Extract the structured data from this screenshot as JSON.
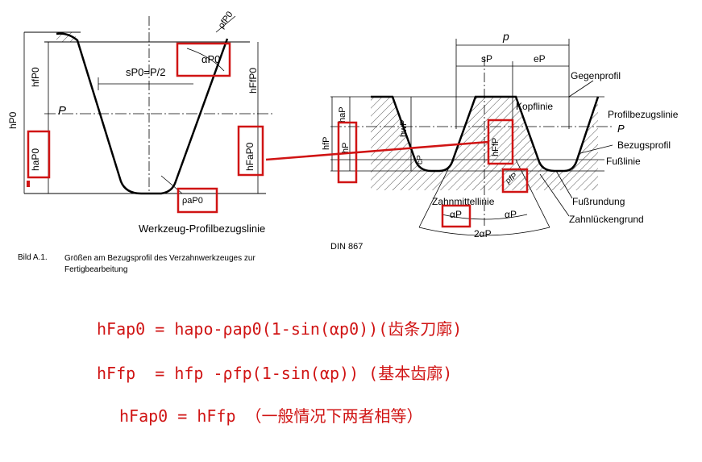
{
  "left_diagram": {
    "labels": {
      "rho_fp0": "ρfP0",
      "h_fp0": "hfP0",
      "s_p0": "sP0=P/2",
      "alpha_p0": "αP0",
      "h_ffp0": "hFfP0",
      "p": "P",
      "h_p0": "hP0",
      "h_ap0": "haP0",
      "h_fap0": "hFaP0",
      "rho_ap0": "ρaP0",
      "werkzeug": "Werkzeug-Profilbezugslinie"
    }
  },
  "right_diagram": {
    "labels": {
      "p_top": "p",
      "s_p": "sP",
      "e_p": "eP",
      "gegenprofil": "Gegenprofil",
      "kopflinie": "Kopflinie",
      "profilbezugslinie": "Profilbezugslinie",
      "p_line": "P",
      "bezugsprofil": "Bezugsprofil",
      "fusslinie": "Fußlinie",
      "h_ap": "haP",
      "h_fp": "hfP",
      "h_wp": "hwP",
      "h_p": "hP",
      "c_p": "cP",
      "h_ffp": "hFfP",
      "rho_fp": "ρfP",
      "zahnmittellinie": "Zahnmittellinie",
      "fussrundung": "Fußrundung",
      "zahnlueckengrund": "Zahnlückengrund",
      "alpha_p_left": "αP",
      "alpha_p_right": "αP",
      "two_alpha_p": "2αP"
    }
  },
  "captions": {
    "bild": "Bild A.1.",
    "bild_text": "Größen am Bezugsprofil des Verzahnwerkzeuges zur Fertigbearbeitung",
    "din": "DIN 867"
  },
  "formulas": {
    "line1": "hFap0 = hapo-ρap0(1-sin(αp0))(齿条刀廓)",
    "line2": "hFfp  = hfp -ρfp(1-sin(αp)) (基本齿廓)",
    "line3": "hFap0 = hFfp （一般情况下两者相等）"
  },
  "colors": {
    "highlight": "#d01414",
    "ink": "#000000",
    "hatch": "#444444"
  }
}
